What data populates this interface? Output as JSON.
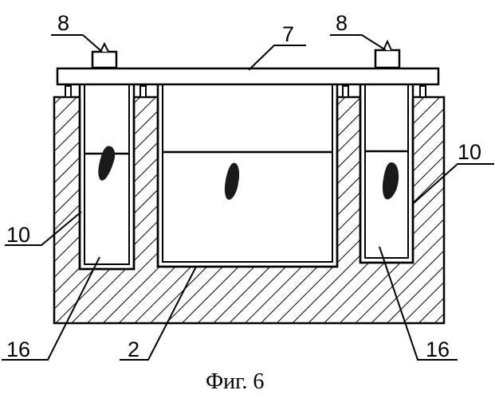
{
  "labels": {
    "top_left": "8",
    "top_right": "8",
    "bar": "7",
    "right_mid": "10",
    "left_mid": "10",
    "bottom_left": "16",
    "bottom_center": "2",
    "bottom_right": "16"
  },
  "caption": "Фиг. 6",
  "colors": {
    "line": "#000000",
    "background": "#ffffff",
    "blob": "#1a1a1a"
  }
}
